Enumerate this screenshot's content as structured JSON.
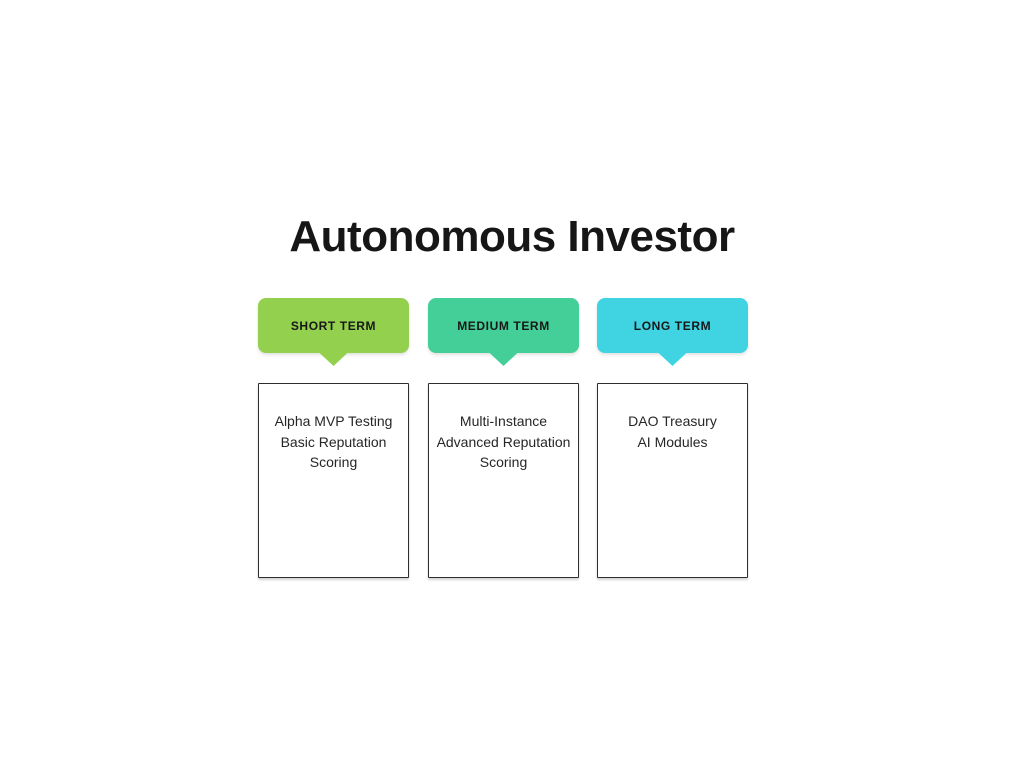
{
  "page": {
    "title": "Autonomous Investor",
    "background": "#ffffff"
  },
  "columns": [
    {
      "id": "short-term",
      "label": "SHORT TERM",
      "color": "#93D04E",
      "lines": [
        "Alpha MVP Testing",
        "Basic Reputation",
        "Scoring"
      ]
    },
    {
      "id": "medium-term",
      "label": "MEDIUM TERM",
      "color": "#44CF98",
      "lines": [
        "Multi-Instance",
        "Advanced Reputation",
        "Scoring"
      ]
    },
    {
      "id": "long-term",
      "label": "LONG TERM",
      "color": "#40D4E3",
      "lines": [
        "DAO Treasury",
        "AI Modules"
      ]
    }
  ]
}
